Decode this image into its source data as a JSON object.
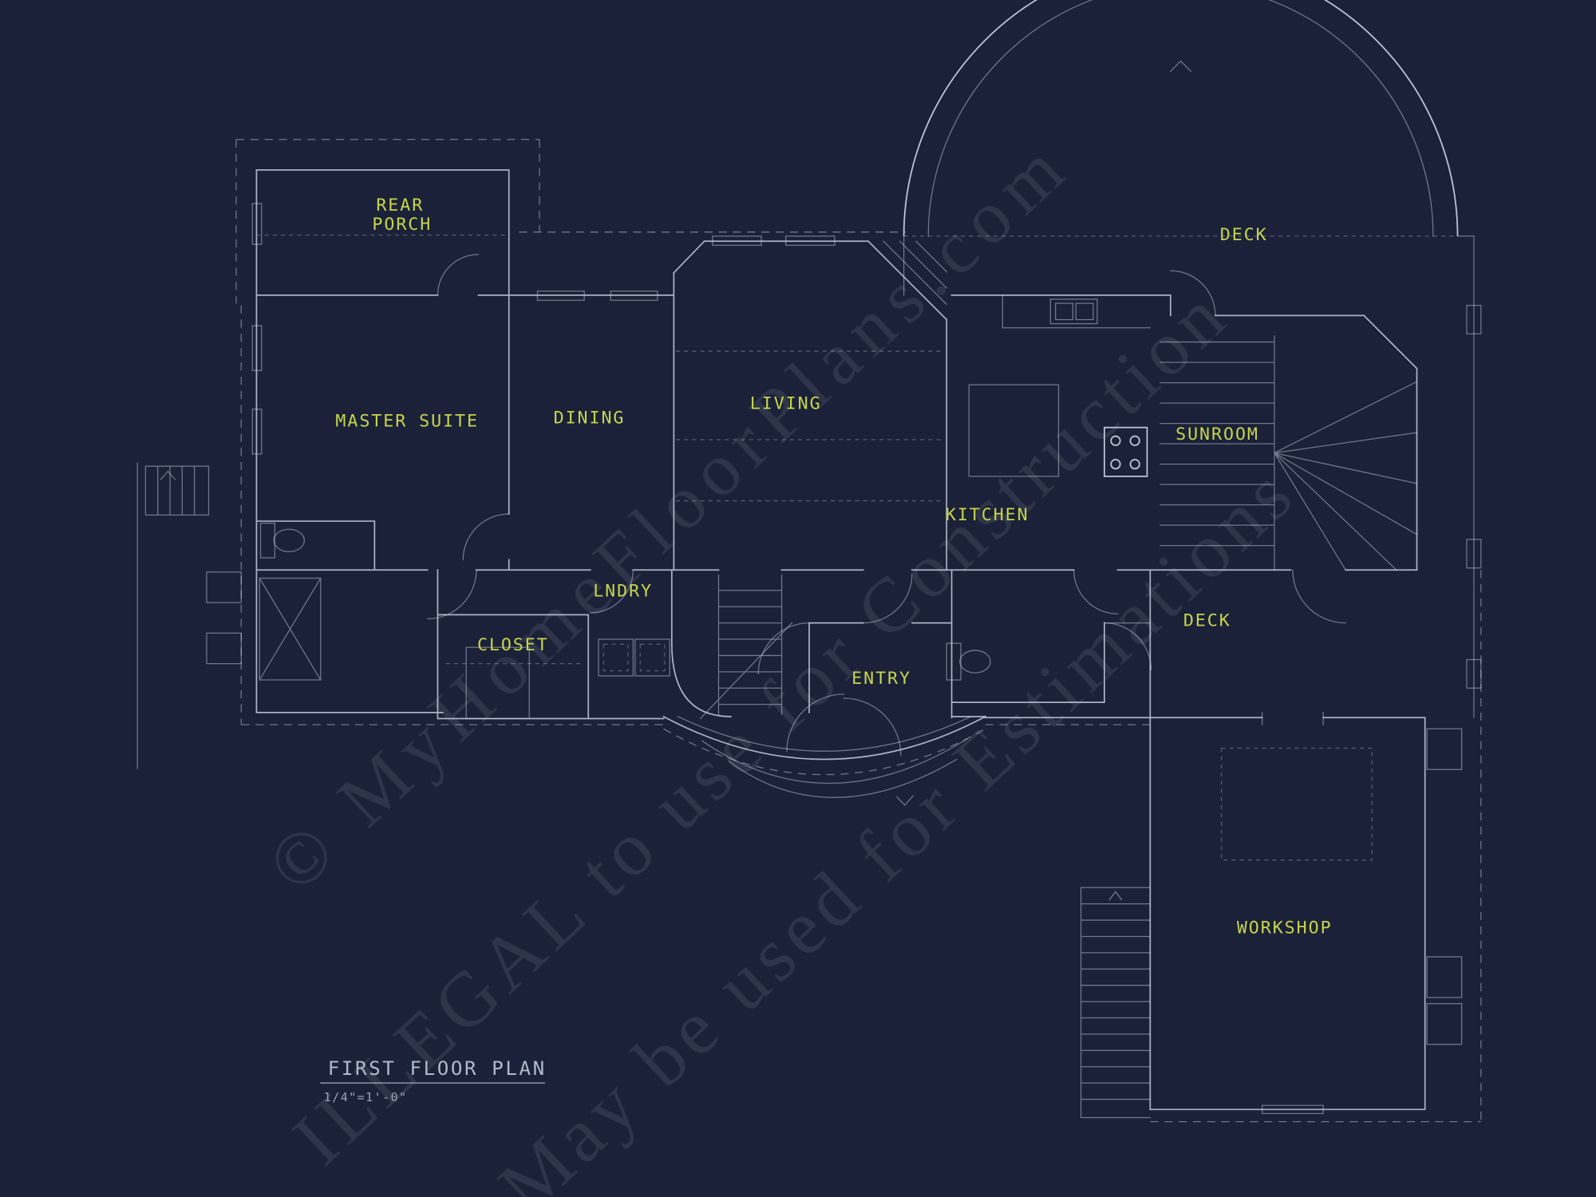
{
  "colors": {
    "background": "#1a2138",
    "line": "#c3cde0",
    "label": "#c8d44a",
    "title": "#aeb9cc",
    "watermark": "#ccd4e6"
  },
  "title_block": {
    "title": "FIRST FLOOR PLAN",
    "scale": "1/4\"=1'-0\""
  },
  "watermark": {
    "line1": "© MyHomeFloorPlans.com",
    "line2": "ILLEGAL to use for Construction",
    "line3": "May be used for Estimations"
  },
  "labels": {
    "rear_porch_line1": "REAR",
    "rear_porch_line2": "PORCH",
    "deck_top": "DECK",
    "master_suite": "MASTER SUITE",
    "dining": "DINING",
    "living": "LIVING",
    "sunroom": "SUNROOM",
    "kitchen": "KITCHEN",
    "laundry": "LNDRY",
    "closet": "CLOSET",
    "entry": "ENTRY",
    "deck_right": "DECK",
    "workshop": "WORKSHOP"
  }
}
